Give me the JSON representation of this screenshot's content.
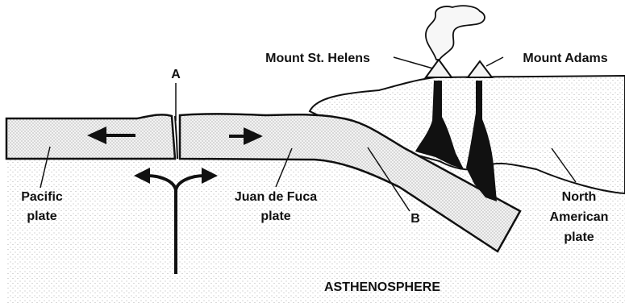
{
  "labels": {
    "a": "A",
    "b": "B",
    "mount_st_helens": "Mount St. Helens",
    "mount_adams": "Mount Adams",
    "pacific_line1": "Pacific",
    "pacific_line2": "plate",
    "juan_line1": "Juan de Fuca",
    "juan_line2": "plate",
    "north_line1": "North",
    "north_line2": "American",
    "north_line3": "plate",
    "asthenosphere": "ASTHENOSPHERE"
  },
  "colors": {
    "ink": "#111111",
    "paper": "#ffffff",
    "stipple": "#7a7a7a",
    "plate_fill": "#f1f1f1",
    "smoke": "#f7f7f7"
  },
  "icons": {
    "spreading_arrows": "arrow-left / arrow-right",
    "upwelling": "split-arrow-up",
    "volcano": "cone-with-smoke"
  }
}
